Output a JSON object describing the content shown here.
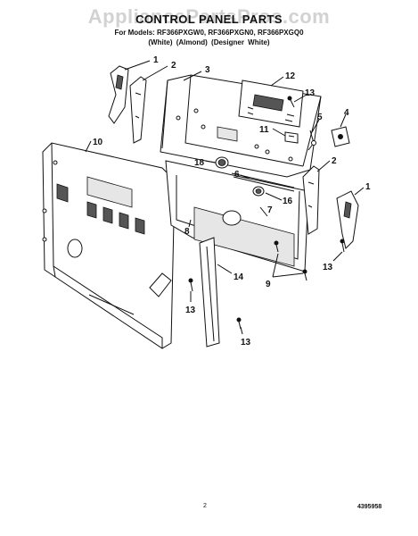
{
  "watermark": "AppliancePartsPros.com",
  "title": "CONTROL PANEL PARTS",
  "models_line": "For Models: RF366PXGW0, RF366PXGN0, RF366PXGQ0",
  "variants_line": "(White)     (Almond)   (Designer White)",
  "page_number": "2",
  "document_number": "4395958",
  "callouts": {
    "c1a": "1",
    "c2a": "2",
    "c3": "3",
    "c12": "12",
    "c13a": "13",
    "c5": "5",
    "c4": "4",
    "c11": "11",
    "c10": "10",
    "c18": "18",
    "c6": "6",
    "c2b": "2",
    "c1b": "1",
    "c16": "16",
    "c7": "7",
    "c8": "8",
    "c13b": "13",
    "c9": "9",
    "c14": "14",
    "c13c": "13",
    "c13d": "13"
  }
}
